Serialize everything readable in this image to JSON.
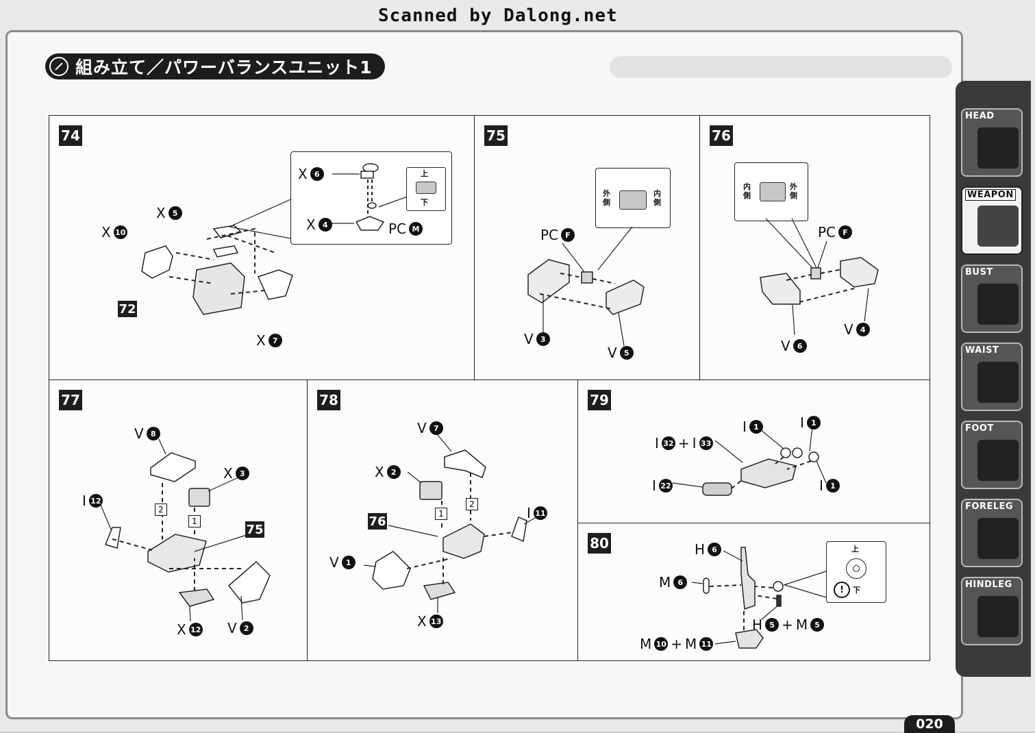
{
  "header": {
    "scan_credit": "Scanned by Dalong.net",
    "section_title": "組み立て／パワーバランスユニット1"
  },
  "sidebar": {
    "tabs": [
      {
        "label": "HEAD",
        "icon": "head-icon"
      },
      {
        "label": "WEAPON",
        "icon": "weapon-icon",
        "active": true
      },
      {
        "label": "BUST",
        "icon": "bust-icon"
      },
      {
        "label": "WAIST",
        "icon": "waist-icon"
      },
      {
        "label": "FOOT",
        "icon": "foot-icon"
      },
      {
        "label": "FORELEG",
        "icon": "foreleg-icon"
      },
      {
        "label": "HINDLEG",
        "icon": "hindleg-icon"
      }
    ]
  },
  "steps": {
    "s74": {
      "number": "74",
      "labels": {
        "x10": "X",
        "x10n": "10",
        "x5": "X",
        "x5n": "5",
        "x7": "X",
        "x7n": "7",
        "ref72": "72",
        "x6": "X",
        "x6n": "6",
        "x4": "X",
        "x4n": "4",
        "pcm": "PC",
        "pcmn": "M",
        "up": "上",
        "down": "下"
      }
    },
    "s75": {
      "number": "75",
      "labels": {
        "pcf": "PC",
        "pcfn": "F",
        "v3": "V",
        "v3n": "3",
        "v5": "V",
        "v5n": "5",
        "outer": "外側",
        "inner": "内側"
      }
    },
    "s76": {
      "number": "76",
      "labels": {
        "pcf": "PC",
        "pcfn": "F",
        "v6": "V",
        "v6n": "6",
        "v4": "V",
        "v4n": "4",
        "inner": "内側",
        "outer": "外側"
      }
    },
    "s77": {
      "number": "77",
      "labels": {
        "v8": "V",
        "v8n": "8",
        "x3": "X",
        "x3n": "3",
        "i12": "I",
        "i12n": "12",
        "ref75": "75",
        "x12": "X",
        "x12n": "12",
        "v2": "V",
        "v2n": "2",
        "o1": "1",
        "o2": "2"
      }
    },
    "s78": {
      "number": "78",
      "labels": {
        "v7": "V",
        "v7n": "7",
        "x2": "X",
        "x2n": "2",
        "i11": "I",
        "i11n": "11",
        "ref76": "76",
        "v1": "V",
        "v1n": "1",
        "x13": "X",
        "x13n": "13",
        "o1": "1",
        "o2": "2"
      }
    },
    "s79": {
      "number": "79",
      "labels": {
        "i32": "I",
        "i32n": "32",
        "plus": "+",
        "i33": "I",
        "i33n": "33",
        "i1a": "I",
        "i1an": "1",
        "i1b": "I",
        "i1bn": "1",
        "i22": "I",
        "i22n": "22",
        "i1c": "I",
        "i1cn": "1"
      }
    },
    "s80": {
      "number": "80",
      "labels": {
        "h6": "H",
        "h6n": "6",
        "m6": "M",
        "m6n": "6",
        "h5": "H",
        "h5n": "5",
        "plus": "+",
        "m5": "M",
        "m5n": "5",
        "m10": "M",
        "m10n": "10",
        "m11": "M",
        "m11n": "11",
        "up": "上",
        "down": "下",
        "warn": "!"
      }
    }
  },
  "footer": {
    "page_number": "020"
  }
}
